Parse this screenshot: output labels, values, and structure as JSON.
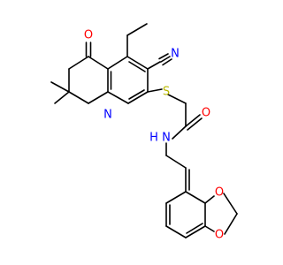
{
  "molecule": {
    "atoms": {
      "O_ketone": {
        "label": "O",
        "color": "#ff0000"
      },
      "N_nitrile": {
        "label": "N",
        "color": "#0000ff"
      },
      "N_ring": {
        "label": "N",
        "color": "#0000ff"
      },
      "S": {
        "label": "S",
        "color": "#b8b800"
      },
      "O_amide": {
        "label": "O",
        "color": "#ff0000"
      },
      "N_amide": {
        "label": "N",
        "color": "#0000ff"
      },
      "H_amide": {
        "label": "H",
        "color": "#0000ff"
      },
      "O_diox1": {
        "label": "O",
        "color": "#ff0000"
      },
      "O_diox2": {
        "label": "O",
        "color": "#ff0000"
      }
    }
  }
}
